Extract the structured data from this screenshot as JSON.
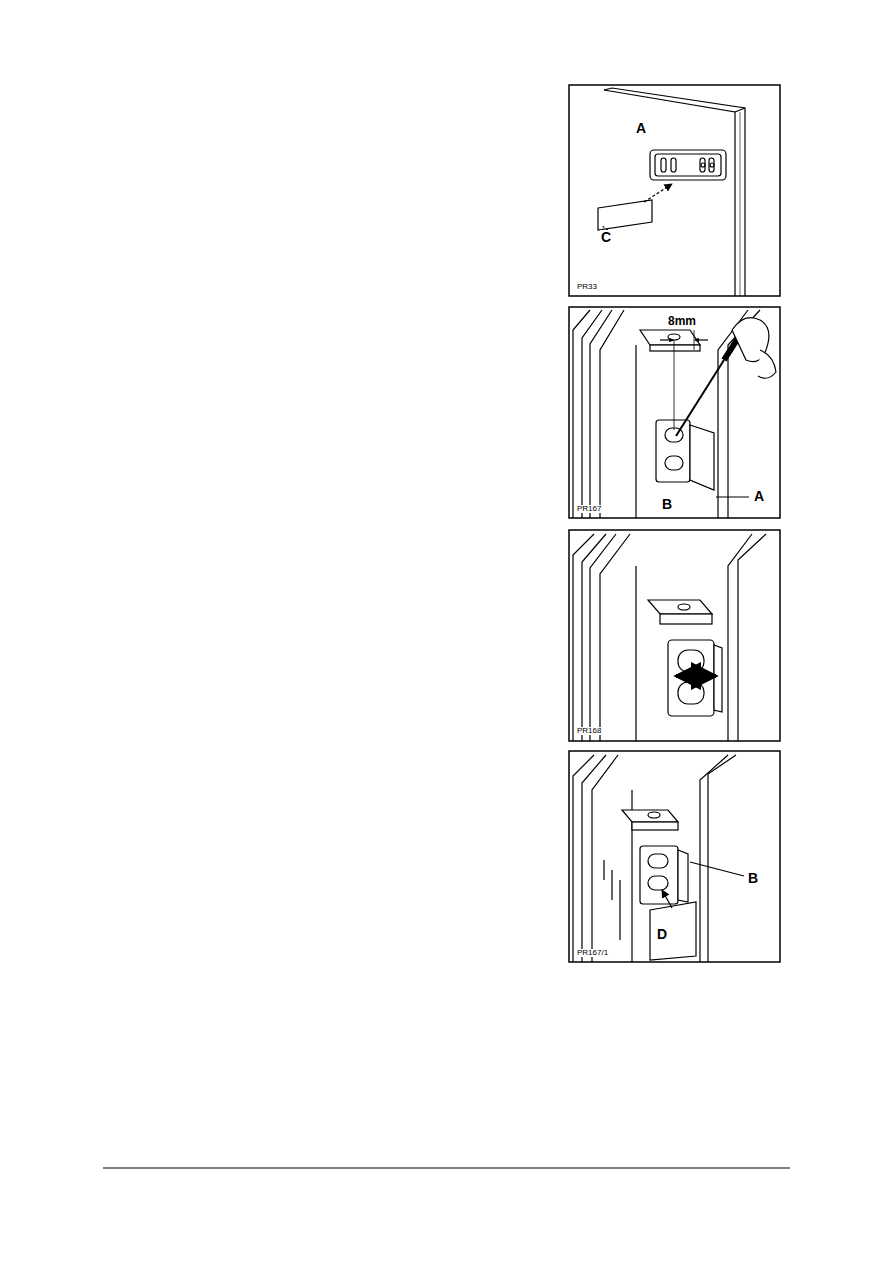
{
  "diagram": {
    "labels": [
      "A",
      "C",
      "PR33",
      "8mm",
      "A",
      "B",
      "PR167",
      "PR168",
      "B",
      "D",
      "PR167/1"
    ]
  }
}
